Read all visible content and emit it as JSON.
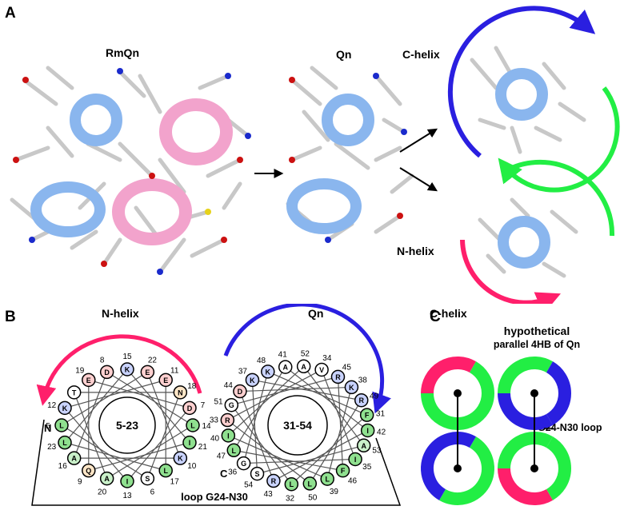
{
  "panelA": {
    "letter": "A",
    "rmqn_label": "RmQn",
    "qn_label": "Qn",
    "c_helix_label": "C-helix",
    "n_helix_label": "N-helix"
  },
  "panelB": {
    "letter": "B",
    "qn_label": "Qn",
    "n_helix_label": "N-helix",
    "c_helix_label": "C-helix",
    "n_wheel_center": "5-23",
    "c_wheel_center": "31-54",
    "n_terminus": "N",
    "c_terminus": "C",
    "loop_label": "loop G24-N30",
    "n_wheel": [
      {
        "res": "L",
        "num": "5",
        "color": "#8fe08f"
      },
      {
        "res": "K",
        "num": "12",
        "color": "#c9d3ff"
      },
      {
        "res": "T",
        "num": "",
        "color": "#ffffff"
      },
      {
        "res": "E",
        "num": "19",
        "color": "#ffd0d0"
      },
      {
        "res": "D",
        "num": "8",
        "color": "#ffd0d0"
      },
      {
        "res": "K",
        "num": "15",
        "color": "#c9d3ff"
      },
      {
        "res": "E",
        "num": "22",
        "color": "#ffd0d0"
      },
      {
        "res": "E",
        "num": "11",
        "color": "#ffd0d0"
      },
      {
        "res": "N",
        "num": "18",
        "color": "#ffe6c7"
      },
      {
        "res": "D",
        "num": "7",
        "color": "#ffd0d0"
      },
      {
        "res": "L",
        "num": "14",
        "color": "#8fe08f"
      },
      {
        "res": "I",
        "num": "21",
        "color": "#8fe08f"
      },
      {
        "res": "K",
        "num": "10",
        "color": "#c9d3ff"
      },
      {
        "res": "L",
        "num": "17",
        "color": "#8fe08f"
      },
      {
        "res": "S",
        "num": "6",
        "color": "#ffffff"
      },
      {
        "res": "I",
        "num": "13",
        "color": "#8fe08f"
      },
      {
        "res": "A",
        "num": "20",
        "color": "#c9f0c9"
      },
      {
        "res": "Q",
        "num": "9",
        "color": "#ffe6c7"
      },
      {
        "res": "A",
        "num": "16",
        "color": "#c9f0c9"
      },
      {
        "res": "L",
        "num": "23",
        "color": "#8fe08f"
      }
    ],
    "c_wheel": [
      {
        "res": "G",
        "num": "51",
        "color": "#ffffff"
      },
      {
        "res": "D",
        "num": "44",
        "color": "#ffd0d0"
      },
      {
        "res": "K",
        "num": "37",
        "color": "#c9d3ff"
      },
      {
        "res": "K",
        "num": "48",
        "color": "#c9d3ff"
      },
      {
        "res": "A",
        "num": "41",
        "color": "#ffffff"
      },
      {
        "res": "A",
        "num": "52",
        "color": "#ffffff"
      },
      {
        "res": "V",
        "num": "34",
        "color": "#ffffff"
      },
      {
        "res": "R",
        "num": "45",
        "color": "#c9d3ff"
      },
      {
        "res": "K",
        "num": "38",
        "color": "#c9d3ff"
      },
      {
        "res": "R",
        "num": "49",
        "color": "#c9d3ff"
      },
      {
        "res": "F",
        "num": "31",
        "color": "#8fe08f"
      },
      {
        "res": "I",
        "num": "42",
        "color": "#8fe08f"
      },
      {
        "res": "A",
        "num": "53",
        "color": "#c9f0c9"
      },
      {
        "res": "I",
        "num": "35",
        "color": "#8fe08f"
      },
      {
        "res": "F",
        "num": "46",
        "color": "#8fe08f"
      },
      {
        "res": "L",
        "num": "39",
        "color": "#8fe08f"
      },
      {
        "res": "L",
        "num": "50",
        "color": "#8fe08f"
      },
      {
        "res": "L",
        "num": "32",
        "color": "#8fe08f"
      },
      {
        "res": "R",
        "num": "43",
        "color": "#c9d3ff"
      },
      {
        "res": "S",
        "num": "54",
        "color": "#ffffff"
      },
      {
        "res": "G",
        "num": "36",
        "color": "#ffffff"
      },
      {
        "res": "L",
        "num": "47",
        "color": "#8fe08f"
      },
      {
        "res": "I",
        "num": "40",
        "color": "#8fe08f"
      },
      {
        "res": "R",
        "num": "33",
        "color": "#ffd0d0"
      }
    ]
  },
  "panelC": {
    "letter": "C",
    "title_line1": "hypothetical",
    "title_line2": "parallel 4HB of Qn",
    "loop_label": "G24-N30 loop"
  },
  "colors": {
    "blue_arc": "#2a1fe0",
    "green_arc": "#22ee44",
    "red_arc": "#ff1f6b",
    "helix_blue": "#8ab6ee",
    "helix_pink": "#f2a3cc",
    "stick_gray": "#c8c8c8"
  }
}
